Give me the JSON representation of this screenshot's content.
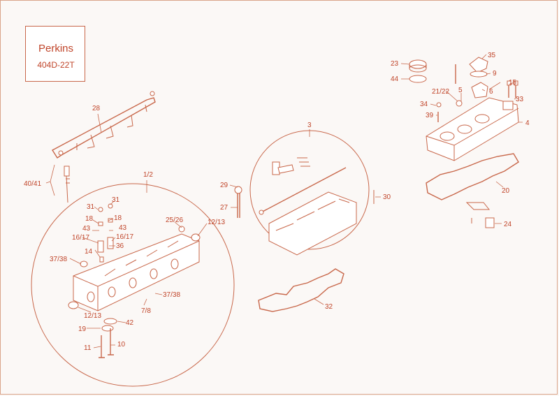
{
  "title_block": {
    "brand": "Perkins",
    "model": "404D-22T"
  },
  "callouts": [
    {
      "id": "c28",
      "text": "28"
    },
    {
      "id": "c40_41",
      "text": "40/41"
    },
    {
      "id": "c1_2",
      "text": "1/2"
    },
    {
      "id": "c31a",
      "text": "31"
    },
    {
      "id": "c31b",
      "text": "31"
    },
    {
      "id": "c18a",
      "text": "18"
    },
    {
      "id": "c18b",
      "text": "18"
    },
    {
      "id": "c43a",
      "text": "43"
    },
    {
      "id": "c43b",
      "text": "43"
    },
    {
      "id": "c16_17a",
      "text": "16/17"
    },
    {
      "id": "c16_17b",
      "text": "16/17"
    },
    {
      "id": "c36",
      "text": "36"
    },
    {
      "id": "c14",
      "text": "14"
    },
    {
      "id": "c37_38a",
      "text": "37/38"
    },
    {
      "id": "c25_26",
      "text": "25/26"
    },
    {
      "id": "c12_13a",
      "text": "12/13"
    },
    {
      "id": "c12_13b",
      "text": "12/13"
    },
    {
      "id": "c7_8",
      "text": "7/8"
    },
    {
      "id": "c37_38b",
      "text": "37/38"
    },
    {
      "id": "c19",
      "text": "19"
    },
    {
      "id": "c42",
      "text": "42"
    },
    {
      "id": "c11",
      "text": "11"
    },
    {
      "id": "c10",
      "text": "10"
    },
    {
      "id": "c3",
      "text": "3"
    },
    {
      "id": "c29",
      "text": "29"
    },
    {
      "id": "c27",
      "text": "27"
    },
    {
      "id": "c30",
      "text": "30"
    },
    {
      "id": "c32",
      "text": "32"
    },
    {
      "id": "c23",
      "text": "23"
    },
    {
      "id": "c35",
      "text": "35"
    },
    {
      "id": "c44",
      "text": "44"
    },
    {
      "id": "c9",
      "text": "9"
    },
    {
      "id": "c15",
      "text": "15"
    },
    {
      "id": "c21_22",
      "text": "21/22"
    },
    {
      "id": "c5",
      "text": "5"
    },
    {
      "id": "c6",
      "text": "6"
    },
    {
      "id": "c33",
      "text": "33"
    },
    {
      "id": "c34",
      "text": "34"
    },
    {
      "id": "c39",
      "text": "39"
    },
    {
      "id": "c4",
      "text": "4"
    },
    {
      "id": "c20",
      "text": "20"
    },
    {
      "id": "c24",
      "text": "24"
    }
  ]
}
